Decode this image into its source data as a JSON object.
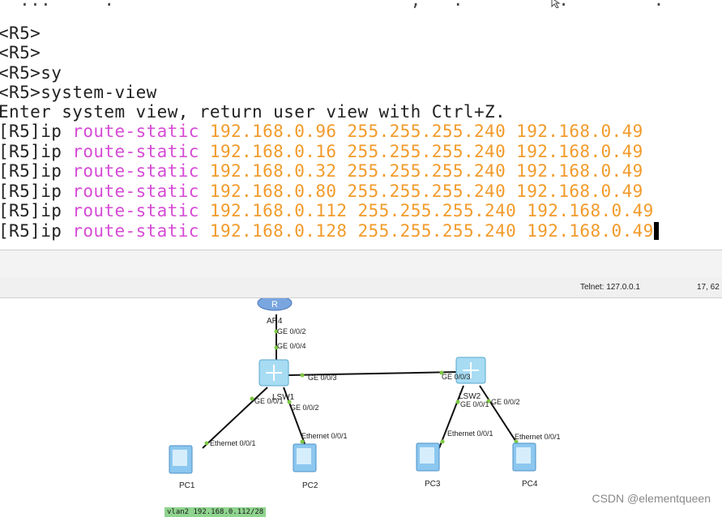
{
  "terminal": {
    "top_cut": "  ...     .                            ,   .         .        .  ",
    "lines": [
      {
        "prompt": "<R5>",
        "text": ""
      },
      {
        "prompt": "<R5>",
        "text": ""
      },
      {
        "prompt": "<R5>",
        "text": "sy"
      },
      {
        "prompt": "<R5>",
        "text": "system-view"
      },
      {
        "prompt": "",
        "text": "Enter system view, return user view with Ctrl+Z."
      }
    ],
    "routes": [
      {
        "prompt": "[R5]",
        "kw1": "ip",
        "kw2": "route-static",
        "args": "192.168.0.96 255.255.255.240 192.168.0.49"
      },
      {
        "prompt": "[R5]",
        "kw1": "ip",
        "kw2": "route-static",
        "args": "192.168.0.16 255.255.255.240 192.168.0.49"
      },
      {
        "prompt": "[R5]",
        "kw1": "ip",
        "kw2": "route-static",
        "args": "192.168.0.32 255.255.255.240 192.168.0.49"
      },
      {
        "prompt": "[R5]",
        "kw1": "ip",
        "kw2": "route-static",
        "args": "192.168.0.80 255.255.255.240 192.168.0.49"
      },
      {
        "prompt": "[R5]",
        "kw1": "ip",
        "kw2": "route-static",
        "args": "192.168.0.112 255.255.255.240 192.168.0.49"
      },
      {
        "prompt": "[R5]",
        "kw1": "ip",
        "kw2": "route-static",
        "args": "192.168.0.128 255.255.255.240 192.168.0.49"
      }
    ]
  },
  "status": {
    "telnet": "Telnet: 127.0.0.1",
    "pos": "17, 62"
  },
  "topology": {
    "router": "AR4",
    "sw1": "LSW1",
    "sw2": "LSW2",
    "pcs": [
      "PC1",
      "PC2",
      "PC3",
      "PC4"
    ],
    "ports": {
      "ar_ge": "GE 0/0/2",
      "sw1_up": "GE 0/0/4",
      "sw1_right": "GE 0/0/3",
      "sw2_left": "GE 0/0/3",
      "sw1_pc1": "GE 0/0/1",
      "sw1_pc2": "GE 0/0/2",
      "sw2_pc3": "GE 0/0/1",
      "sw2_pc4": "GE 0/0/2",
      "pc1_eth": "Ethernet 0/0/1",
      "pc2_eth": "Ethernet 0/0/1",
      "pc3_eth": "Ethernet 0/0/1",
      "pc4_eth": "Ethernet 0/0/1"
    },
    "vlan": "vlan2 192.168.0.112/28"
  },
  "watermark": "CSDN @elementqueen",
  "colors": {
    "command": "#d64bd6",
    "ip": "#f29b2b",
    "link_dot": "#7dc842"
  }
}
